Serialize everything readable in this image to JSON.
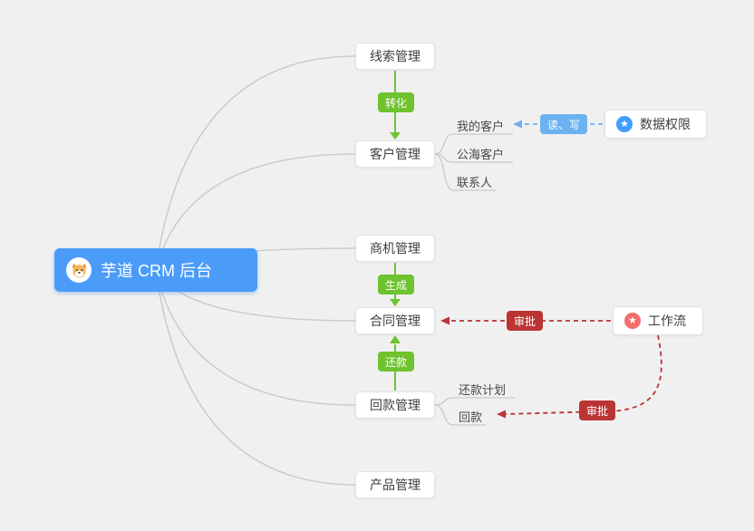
{
  "title": "芋道 CRM 后台",
  "colors": {
    "bg": "#f0f0f1",
    "central-blue": "#4a9cf8",
    "green": "#6ec32f",
    "red": "#bb3434",
    "light-blue": "#6cb2f0",
    "gray-line": "#c9c9c9",
    "star-blue": "#409eff",
    "star-red": "#f56c6c"
  },
  "icons": {
    "star": "★"
  },
  "central": {
    "label": "芋道 CRM 后台"
  },
  "nodes": {
    "leads": {
      "label": "线索管理"
    },
    "customers": {
      "label": "客户管理"
    },
    "business": {
      "label": "商机管理"
    },
    "contracts": {
      "label": "合同管理"
    },
    "receivables": {
      "label": "回款管理"
    },
    "products": {
      "label": "产品管理"
    },
    "data_permission": {
      "label": "数据权限"
    },
    "workflow": {
      "label": "工作流"
    }
  },
  "subtopics": {
    "my_customers": "我的客户",
    "public_customers": "公海客户",
    "contacts": "联系人",
    "repayment_plan": "还款计划",
    "repayment": "回款"
  },
  "edge_labels": {
    "convert": "转化",
    "generate": "生成",
    "repay": "还款",
    "read_write": "读、写",
    "approve_contract": "审批",
    "approve_repayment": "审批"
  }
}
